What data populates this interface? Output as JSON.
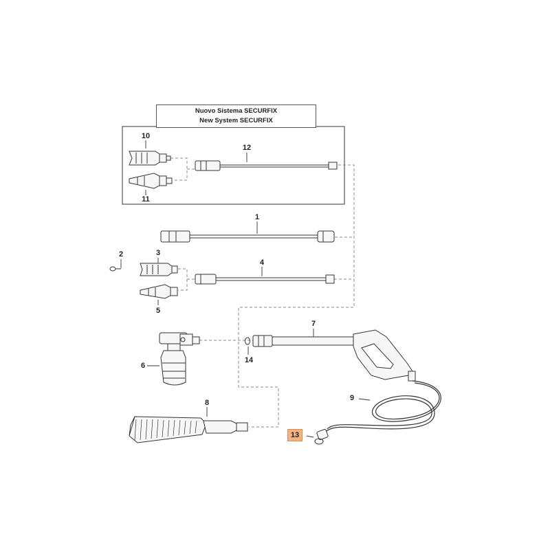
{
  "header": {
    "line1": "Nuovo Sistema   SECURFIX",
    "line2": "New System   SECURFIX"
  },
  "callouts": {
    "p1": "1",
    "p2": "2",
    "p3": "3",
    "p4": "4",
    "p5": "5",
    "p6": "6",
    "p7": "7",
    "p8": "8",
    "p9": "9",
    "p10": "10",
    "p11": "11",
    "p12": "12",
    "p13": "13",
    "p14": "14"
  },
  "colors": {
    "highlight": "#f4b183",
    "line": "#444444",
    "dash": "#888888"
  }
}
